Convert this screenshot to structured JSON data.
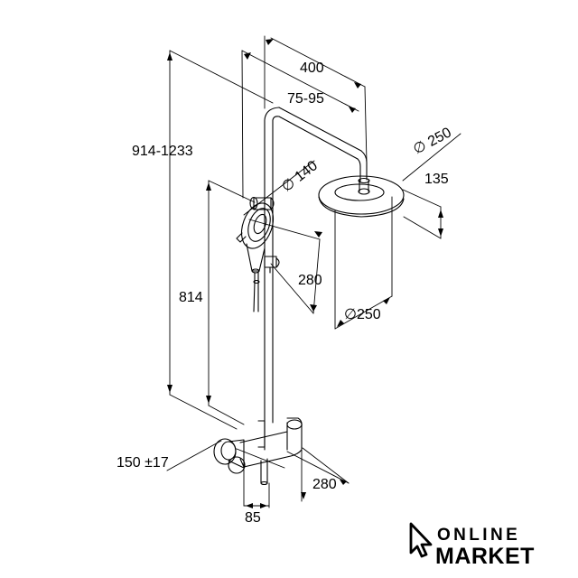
{
  "dimensions": {
    "head_offset_max": "400",
    "head_offset_range": "75-95",
    "total_height": "914-1233",
    "rain_head_diameter": "∅ 250",
    "rain_head_height": "135",
    "hand_shower_diameter": "∅ 140",
    "holder_height": "280",
    "rain_head_footprint": "∅250",
    "holder_position": "814",
    "inlet_spacing": "150 ±17",
    "mixer_depth": "280",
    "inlet_projection": "85"
  },
  "logo": {
    "line1": "ONLINE",
    "line2": "MARKET",
    "icon": "cursor-arrow-icon"
  },
  "colors": {
    "line": "#000000",
    "background": "#ffffff"
  }
}
